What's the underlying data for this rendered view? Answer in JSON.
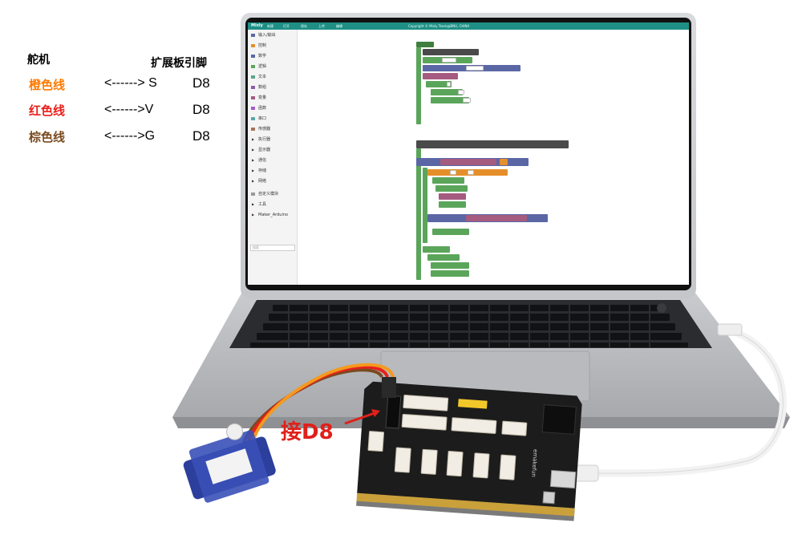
{
  "legend": {
    "header_servo": "舵机",
    "header_pin": "扩展板引脚",
    "rows": [
      {
        "wire": "橙色线",
        "color": "#ff7a00",
        "arrow": "<------> S",
        "pin": "D8"
      },
      {
        "wire": "红色线",
        "color": "#e8201c",
        "arrow": "<------>V",
        "pin": "D8"
      },
      {
        "wire": "棕色线",
        "color": "#7a4a1e",
        "arrow": "<------>G",
        "pin": "D8"
      }
    ]
  },
  "callout": "接D8",
  "app": {
    "name": "Mixly",
    "toolbar": [
      "新建",
      "打开",
      "保存",
      "上传",
      "编辑"
    ],
    "copyright": "Copyright © Mixly Team@BNU, CHINA",
    "categories": [
      {
        "label": "输入/输出",
        "color": "#5b67a5"
      },
      {
        "label": "控制",
        "color": "#e58f2a"
      },
      {
        "label": "数学",
        "color": "#5b67a5"
      },
      {
        "label": "逻辑",
        "color": "#5ba55b"
      },
      {
        "label": "文本",
        "color": "#5ba58f"
      },
      {
        "label": "数组",
        "color": "#8f5ba5"
      },
      {
        "label": "变量",
        "color": "#a55b80"
      },
      {
        "label": "函数",
        "color": "#a55bcb"
      },
      {
        "label": "串口",
        "color": "#5ba5a5"
      },
      {
        "label": "传感器",
        "color": "#a5745b"
      },
      {
        "label": "执行器",
        "color": ""
      },
      {
        "label": "显示器",
        "color": ""
      },
      {
        "label": "通信",
        "color": ""
      },
      {
        "label": "存储",
        "color": ""
      },
      {
        "label": "网络",
        "color": ""
      },
      {
        "label": "自定义模块",
        "color": "#999999"
      },
      {
        "label": "工具",
        "color": ""
      },
      {
        "label": "Maker_Arduino",
        "color": ""
      }
    ],
    "search_placeholder": "搜索"
  },
  "board": {
    "silkscreen": "emakefun"
  },
  "colors": {
    "mixly_teal": "#1f8f86",
    "board": "#1c1c1c",
    "servo_blue": "#2c3f9c",
    "cable_white": "#f2f2f2"
  }
}
